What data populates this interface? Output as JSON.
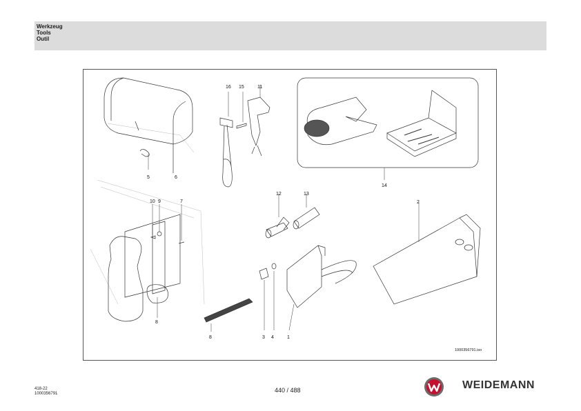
{
  "header": {
    "line1": "Werkzeug",
    "line2": "Tools",
    "line3": "Outil"
  },
  "figure": {
    "id": "1000356791.iso",
    "callouts": {
      "c16": "16",
      "c15": "15",
      "c11": "11",
      "c5": "5",
      "c6": "6",
      "c10": "10",
      "c9": "9",
      "c7": "7",
      "c8a": "8",
      "c12": "12",
      "c13": "13",
      "c14": "14",
      "c2": "2",
      "c8b": "8",
      "c3": "3",
      "c4": "4",
      "c1": "1"
    }
  },
  "footer": {
    "code1": "418-22",
    "code2": "1000356791",
    "page": "440 / 488",
    "brand": "WEIDEMANN"
  },
  "colors": {
    "header_band": "#dcdcdc",
    "logo_red": "#c8102e",
    "logo_grey": "#6b6b6b"
  }
}
